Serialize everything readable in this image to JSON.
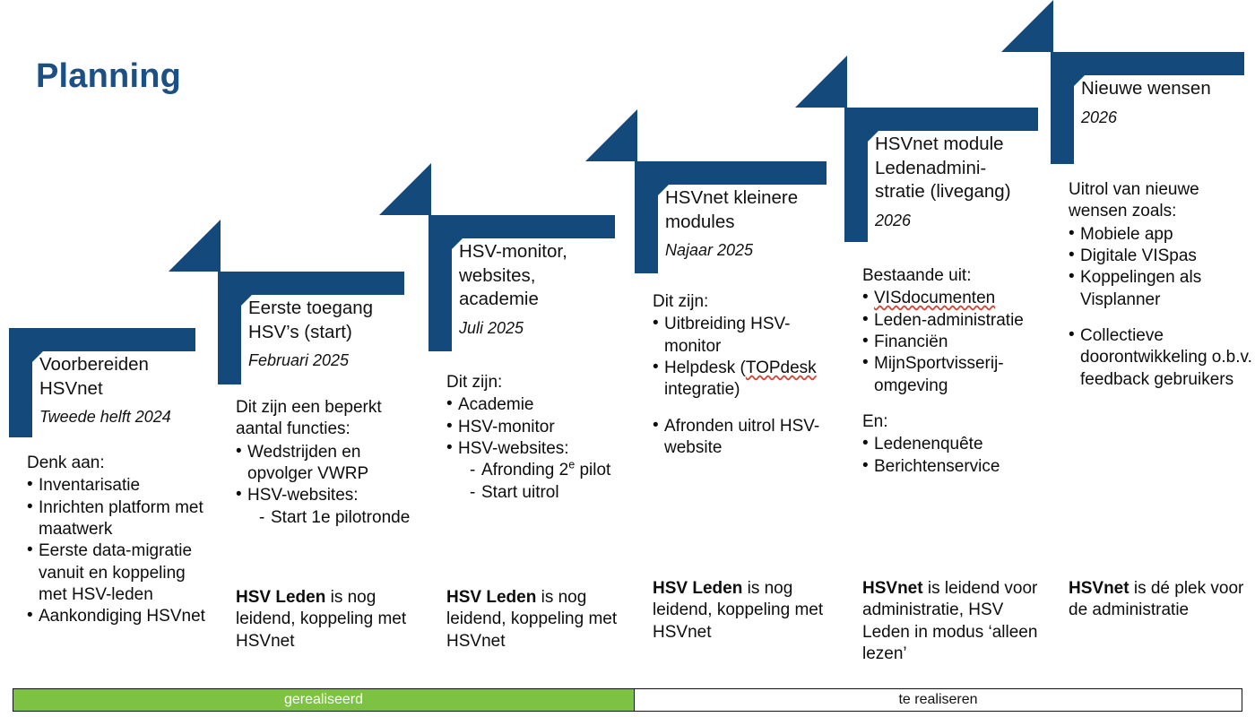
{
  "page": {
    "title": "Planning",
    "accent_blue": "#14497C",
    "title_blue": "#1A5086",
    "legend_green": "#7DC242"
  },
  "legend": {
    "done_label": "gerealiseerd",
    "todo_label": "te realiseren"
  },
  "steps": [
    {
      "title": "Voorbereiden\nHSVnet",
      "date": "Tweede helft 2024",
      "groups": [
        {
          "lead": "Denk aan:",
          "items": [
            {
              "text": "Inventarisatie"
            },
            {
              "text": "Inrichten platform met maatwerk"
            },
            {
              "text": "Eerste data-migratie vanuit en koppeling met HSV-leden"
            },
            {
              "text": "Aankondiging HSVnet"
            }
          ]
        }
      ],
      "footer_bold": "",
      "footer_rest": ""
    },
    {
      "title": "Eerste toegang\nHSV’s (start)",
      "date": "Februari 2025",
      "groups": [
        {
          "lead": "Dit zijn een beperkt aantal functies:",
          "items": [
            {
              "text": "Wedstrijden en opvolger VWRP"
            },
            {
              "text": "HSV-websites:",
              "sub": [
                "Start 1e pilotronde"
              ]
            }
          ]
        }
      ],
      "footer_bold": "HSV Leden",
      "footer_rest": " is nog leidend, koppeling met HSVnet"
    },
    {
      "title": "HSV-monitor,\nwebsites,\nacademie",
      "date": "Juli 2025",
      "groups": [
        {
          "lead": "Dit zijn:",
          "items": [
            {
              "text": "Academie"
            },
            {
              "text": "HSV-monitor"
            },
            {
              "text": "HSV-websites:",
              "sub": [
                "Afronding 2e pilot",
                "Start uitrol"
              ]
            }
          ]
        }
      ],
      "footer_bold": "HSV Leden",
      "footer_rest": " is nog leidend, koppeling met HSVnet"
    },
    {
      "title": "HSVnet kleinere\nmodules",
      "date": "Najaar 2025",
      "groups": [
        {
          "lead": "Dit zijn:",
          "items": [
            {
              "text": "Uitbreiding HSV-monitor"
            },
            {
              "text": "Helpdesk (TOPdesk integratie)",
              "spell": "TOPdesk"
            }
          ]
        },
        {
          "lead": "",
          "items": [
            {
              "text": "Afronden uitrol HSV-website"
            }
          ]
        }
      ],
      "footer_bold": "HSV Leden",
      "footer_rest": " is nog leidend, koppeling met HSVnet"
    },
    {
      "title": "HSVnet module\nLedenadmini-\nstratie (livegang)",
      "date": "2026",
      "groups": [
        {
          "lead": "Bestaande uit:",
          "items": [
            {
              "text": "VISdocumenten",
              "spell": "VISdocumenten"
            },
            {
              "text": "Leden-administratie"
            },
            {
              "text": "Financiën"
            },
            {
              "text": "MijnSportvisserij-omgeving"
            }
          ]
        },
        {
          "lead": "En:",
          "items": [
            {
              "text": "Ledenenquête"
            },
            {
              "text": "Berichtenservice"
            }
          ]
        }
      ],
      "footer_bold": "HSVnet",
      "footer_rest": " is leidend voor administratie, HSV Leden in modus ‘alleen lezen’"
    },
    {
      "title": "Nieuwe wensen",
      "date": "2026",
      "groups": [
        {
          "lead": "Uitrol van nieuwe wensen zoals:",
          "items": [
            {
              "text": "Mobiele app"
            },
            {
              "text": "Digitale VISpas"
            },
            {
              "text": "Koppelingen als Visplanner"
            }
          ]
        },
        {
          "lead": "",
          "items": [
            {
              "text": "Collectieve doorontwikkeling o.b.v. feedback gebruikers"
            }
          ]
        }
      ],
      "footer_bold": "HSVnet",
      "footer_rest": " is dé plek voor de administratie"
    }
  ]
}
